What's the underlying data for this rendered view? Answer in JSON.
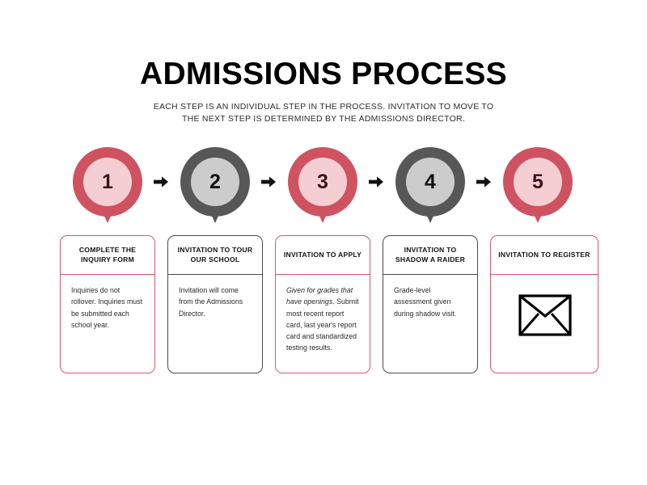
{
  "header": {
    "title": "ADMISSIONS PROCESS",
    "subtitle": "EACH STEP IS AN INDIVIDUAL STEP IN THE PROCESS. INVITATION TO MOVE TO THE NEXT STEP IS DETERMINED BY THE ADMISSIONS DIRECTOR."
  },
  "colors": {
    "red": "#cf5261",
    "red_light": "#f4ced2",
    "red_border": "#d9566a",
    "gray": "#575757",
    "gray_light": "#cccccc",
    "gray_border": "#4a4a4a",
    "text": "#2a2a2a",
    "arrow": "#111111"
  },
  "steps": [
    {
      "number": "1",
      "theme": "red",
      "title": "COMPLETE THE INQUIRY FORM",
      "body": "Inquiries do not rollover. Inquiries must be submitted each school year.",
      "body_italic": "",
      "icon": ""
    },
    {
      "number": "2",
      "theme": "gray",
      "title": "INVITATION TO TOUR OUR SCHOOL",
      "body": "Invitation will come from the Admissions Director.",
      "body_italic": "",
      "icon": ""
    },
    {
      "number": "3",
      "theme": "red",
      "title": "INVITATION TO APPLY",
      "body": "Submit most recent report card, last year's report card and standardized testing results.",
      "body_italic": "Given for grades that have openings.",
      "icon": ""
    },
    {
      "number": "4",
      "theme": "gray",
      "title": "INVITATION TO SHADOW A RAIDER",
      "body": "Grade-level assessment given during shadow visit.",
      "body_italic": "",
      "icon": ""
    },
    {
      "number": "5",
      "theme": "red",
      "title": "INVITATION TO REGISTER",
      "body": "",
      "body_italic": "",
      "icon": "envelope-icon"
    }
  ],
  "connectors": [
    {
      "icon": "arrow-right-icon"
    },
    {
      "icon": "arrow-right-icon"
    },
    {
      "icon": "arrow-right-icon"
    },
    {
      "icon": "arrow-right-icon"
    }
  ]
}
